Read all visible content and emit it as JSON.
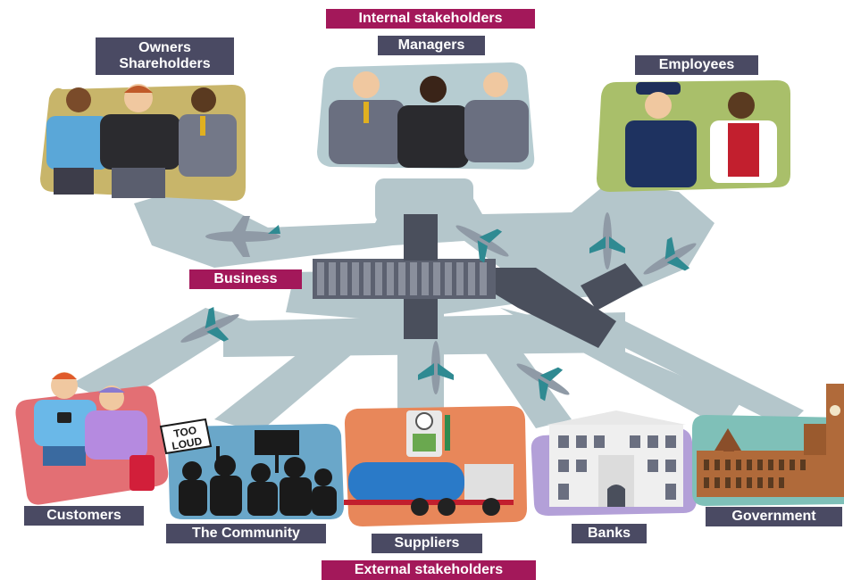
{
  "headers": {
    "internal": "Internal stakeholders",
    "external": "External stakeholders"
  },
  "center": {
    "label": "Business"
  },
  "stakeholders": {
    "owners": {
      "line1": "Owners",
      "line2": "Shareholders"
    },
    "managers": "Managers",
    "employees": "Employees",
    "customers": "Customers",
    "community": "The Community",
    "community_sign": {
      "line1": "TOO",
      "line2": "LOUD"
    },
    "suppliers": "Suppliers",
    "banks": "Banks",
    "government": "Government"
  },
  "colors": {
    "label_bg": "#4a4a63",
    "header_bg": "#a3185a",
    "runway": "#b4c6cb",
    "owners_panel": "#c8b56a",
    "managers_panel": "#b6ccd1",
    "employees_panel": "#a9bf6a",
    "customers_panel": "#e36f74",
    "community_panel": "#6aa7c9",
    "suppliers_panel": "#e8875a",
    "banks_panel": "#b3a0d8",
    "government_panel": "#7fc0b8",
    "terminal": "#5c6170",
    "plane": "#8f9aa6",
    "plane_tail": "#2f8a92"
  },
  "icons": [
    "airplane-icon",
    "fuel-pump-icon",
    "tanker-truck-icon",
    "bank-building-icon",
    "parliament-icon",
    "camera-icon"
  ]
}
